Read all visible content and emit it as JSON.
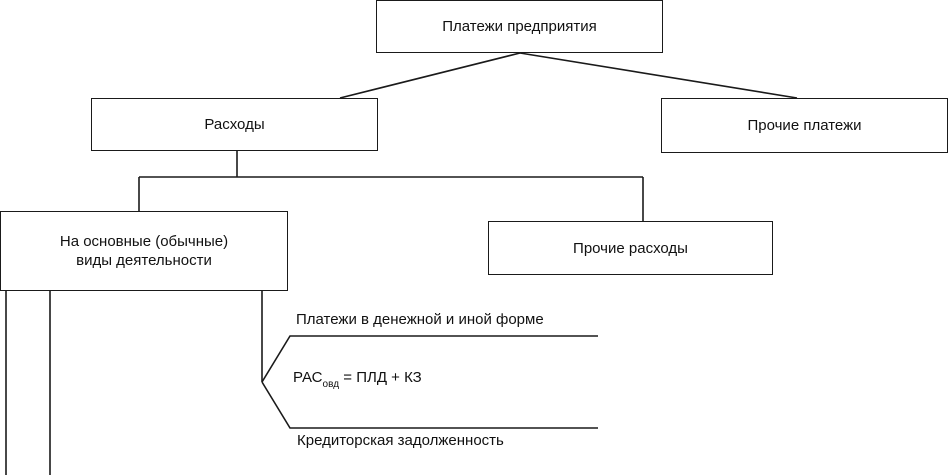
{
  "nodes": {
    "root": "Платежи предприятия",
    "expenses": "Расходы",
    "other_payments": "Прочие платежи",
    "main_activities": {
      "line1": "На основные (обычные)",
      "line2": "виды деятельности"
    },
    "other_expenses": "Прочие расходы"
  },
  "annotations": {
    "payments_form": "Платежи в денежной и иной форме",
    "creditor_debt": "Кредиторская задолженность"
  },
  "formula": {
    "lhs": "РАС",
    "lhs_subscript": "овд",
    "rhs": " = ПЛД + КЗ"
  }
}
